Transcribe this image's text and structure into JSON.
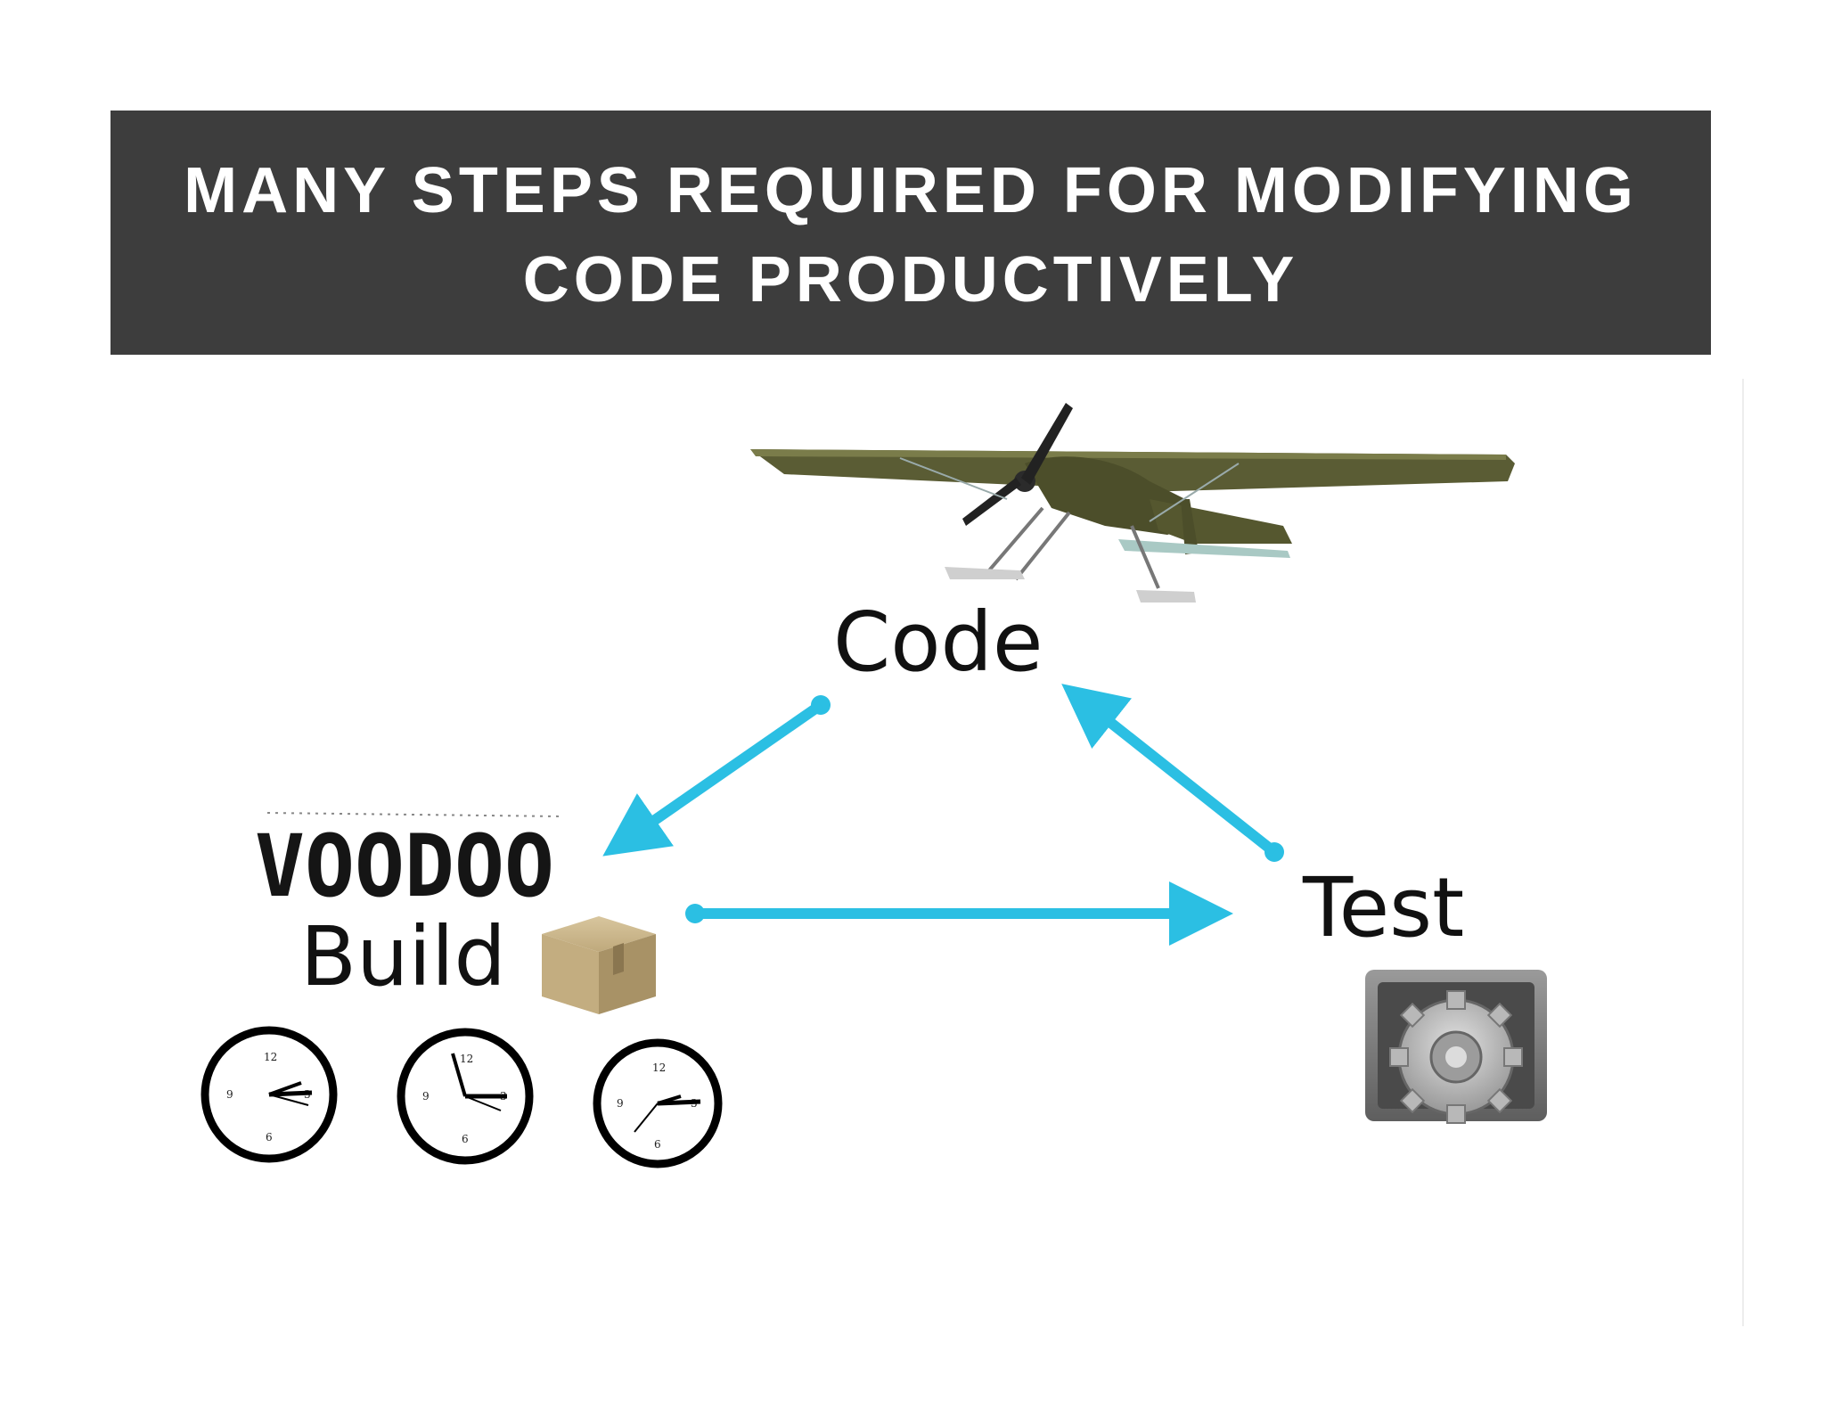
{
  "slide": {
    "title": "MANY STEPS REQUIRED FOR MODIFYING CODE PRODUCTIVELY"
  },
  "diagram": {
    "nodes": {
      "code": {
        "label": "Code",
        "icon": "airplane-icon"
      },
      "build": {
        "label": "Build",
        "badge": "VOODOO",
        "icon": "box-icon",
        "clocks": 3,
        "clock_icon": "clock-icon"
      },
      "test": {
        "label": "Test",
        "icon": "gears-icon"
      }
    },
    "edges": [
      {
        "from": "Code",
        "to": "Build"
      },
      {
        "from": "Build",
        "to": "Test"
      },
      {
        "from": "Test",
        "to": "Code"
      }
    ],
    "colors": {
      "arrow": "#2bbfe3",
      "title_bar": "#3d3d3d",
      "title_text": "#ffffff",
      "airplane": "#5a5c34",
      "box": "#c9b48a"
    }
  }
}
